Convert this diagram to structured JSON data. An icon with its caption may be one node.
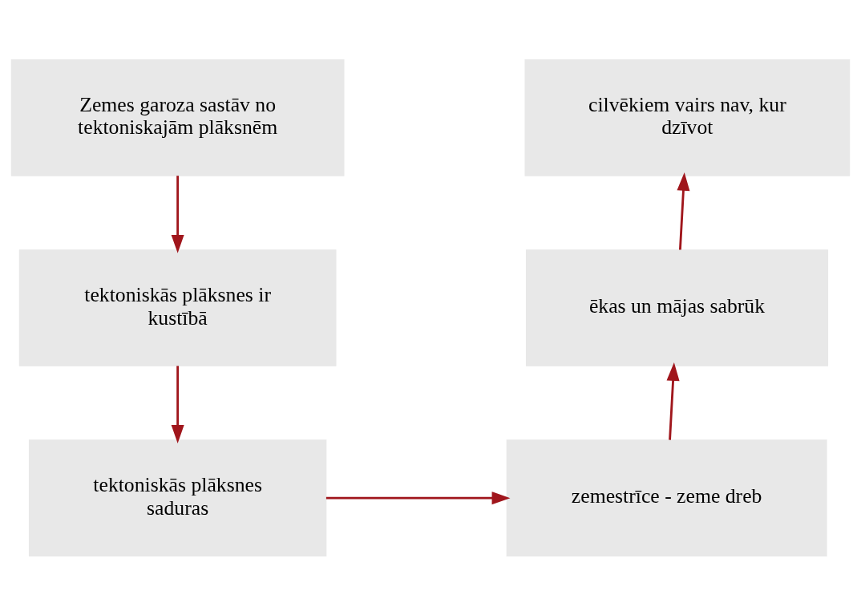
{
  "diagram": {
    "nodes": [
      {
        "text": [
          "Zemes garoza sastāv no tektoniskajām plāksnēm"
        ]
      },
      {
        "text": [
          "tektoniskās plāksnes ir kustībā"
        ]
      },
      {
        "text": [
          "tektoniskās plāksnes saduras"
        ]
      },
      {
        "text": [
          "zemestrīce - zeme dreb"
        ]
      },
      {
        "text": [
          "ēkas un mājas sabrūk"
        ]
      },
      {
        "text": [
          "cilvēkiem vairs nav, kur dzīvot"
        ]
      }
    ],
    "edges": [
      {
        "from": 0,
        "to": 1,
        "arrow": "to"
      },
      {
        "from": 1,
        "to": 2,
        "arrow": "to"
      },
      {
        "from": 2,
        "to": 3,
        "arrow": "to"
      },
      {
        "from": 3,
        "to": 4,
        "arrow": "to"
      },
      {
        "from": 4,
        "to": 5,
        "arrow": "to"
      }
    ]
  }
}
